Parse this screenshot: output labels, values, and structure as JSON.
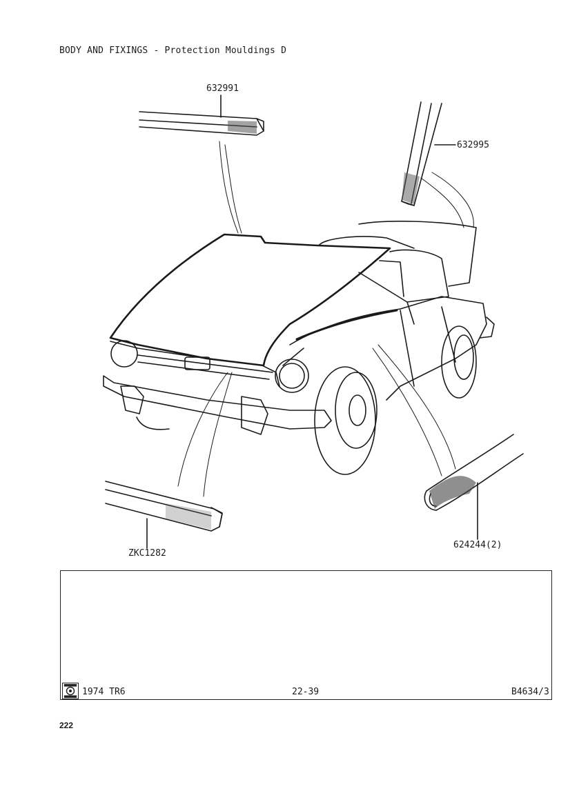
{
  "page": {
    "title": "BODY AND FIXINGS - Protection Mouldings D",
    "page_number": "222"
  },
  "parts": {
    "top_moulding": "632991",
    "right_moulding": "632995",
    "front_moulding": "ZKC1282",
    "wheel_arch_moulding": "624244(2)"
  },
  "footer": {
    "model": "1974 TR6",
    "plate": "22-39",
    "reference": "B4634/3",
    "logo_icon": "british-leyland-logo-icon"
  }
}
